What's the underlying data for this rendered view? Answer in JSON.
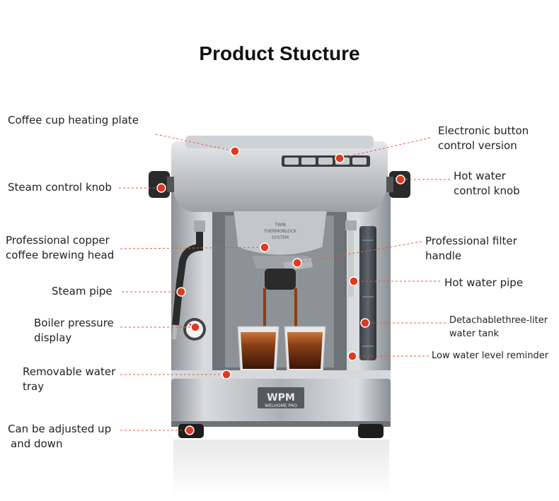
{
  "title": "Product Stucture",
  "colors": {
    "leader": "#e35a3a",
    "dot": "#e03a1e",
    "body": "#b9bcbf",
    "dark": "#2a2a2a"
  },
  "machine": {
    "badge": "WPM",
    "badge_sub": "WELHOME PRO",
    "head_text": [
      "TWIN",
      "THERMOBLOCK",
      "SYSTEM"
    ]
  },
  "labels": {
    "cup_plate": [
      "Coffee cup heating plate"
    ],
    "steam_knob": [
      "Steam control knob"
    ],
    "brew_head": [
      "Professional copper",
      "coffee brewing head"
    ],
    "steam_pipe": [
      "Steam pipe"
    ],
    "boiler": [
      "Boiler pressure",
      "display"
    ],
    "water_tray": [
      "Removable water",
      "tray"
    ],
    "feet": [
      "Can be adjusted up",
      "and down"
    ],
    "buttons": [
      "Electronic button",
      "control version"
    ],
    "hot_knob": [
      "Hot water",
      "control knob"
    ],
    "filter": [
      "Professional filter",
      "handle"
    ],
    "hot_pipe": [
      "Hot water pipe"
    ],
    "tank": [
      "Detachablethree-liter",
      "water tank"
    ],
    "low_water": [
      "Low water level reminder"
    ]
  }
}
